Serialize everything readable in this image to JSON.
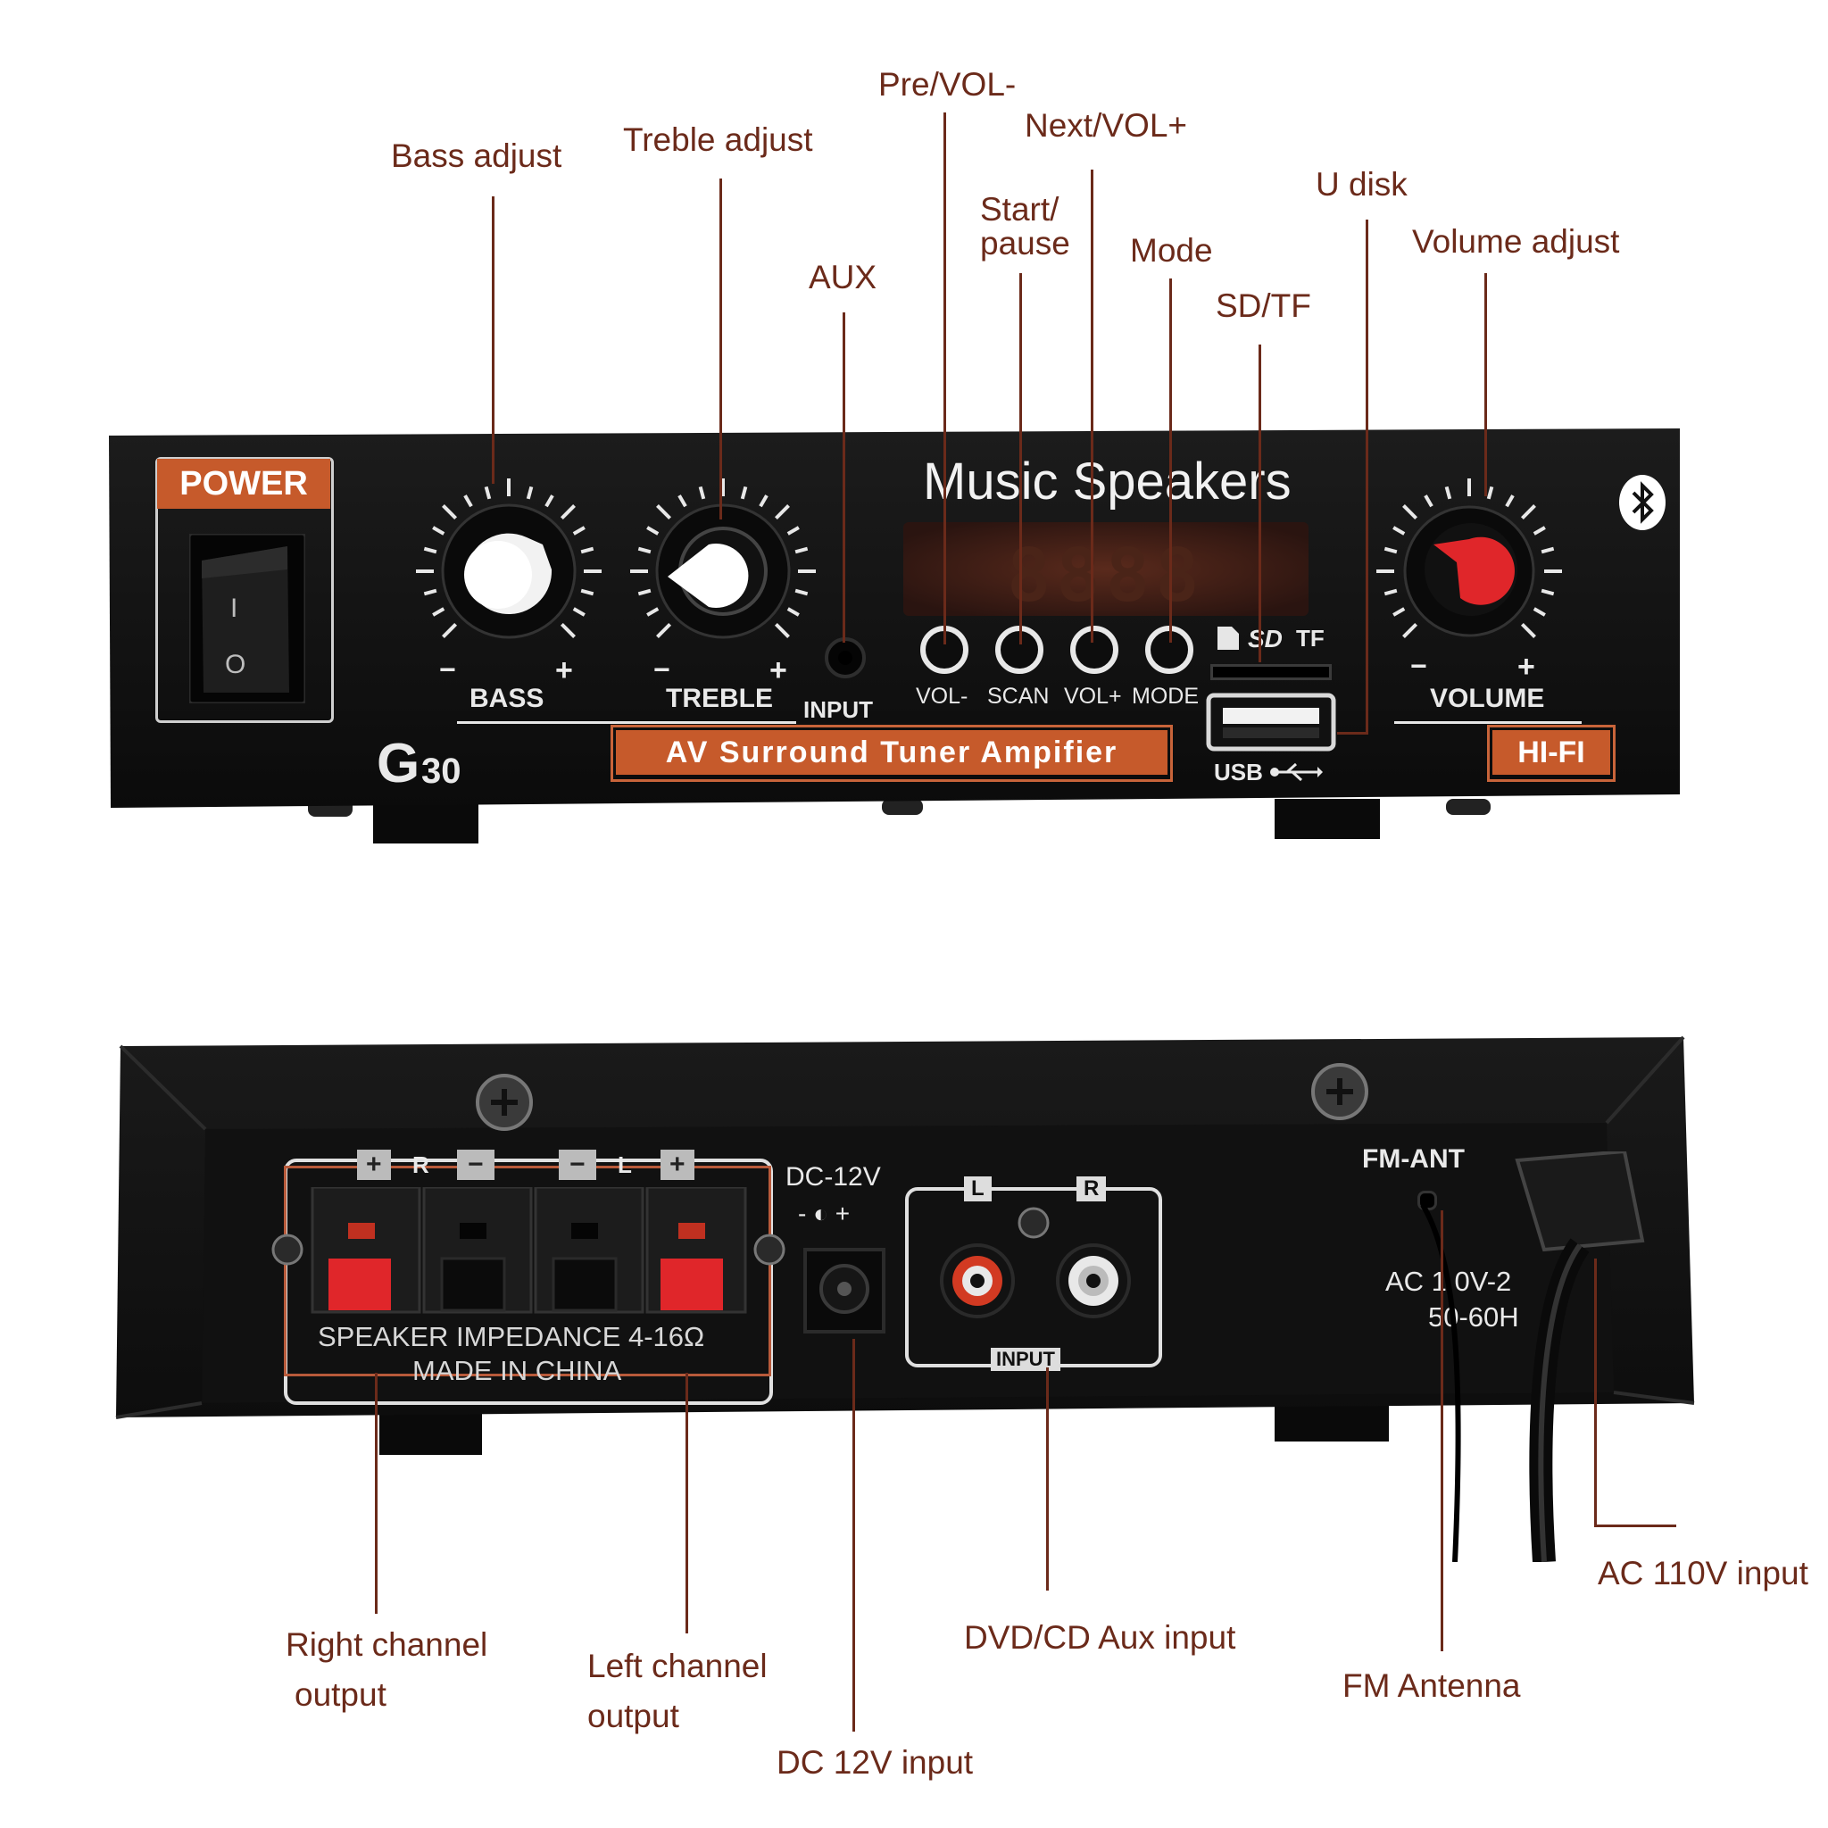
{
  "callouts_front": {
    "bass_adjust": "Bass adjust",
    "treble_adjust": "Treble adjust",
    "aux": "AUX",
    "pre_vol": "Pre/VOL-",
    "start_pause_1": "Start/",
    "start_pause_2": "pause",
    "next_vol": "Next/VOL+",
    "mode": "Mode",
    "sd_tf": "SD/TF",
    "u_disk": "U disk",
    "volume_adjust": "Volume adjust"
  },
  "front_panel": {
    "power": "POWER",
    "model_letter": "G",
    "model_number": "30",
    "bass": "BASS",
    "treble": "TREBLE",
    "input": "INPUT",
    "music_speakers": "Music Speakers",
    "display_digits": "8888",
    "btn_vol_minus": "VOL-",
    "btn_scan": "SCAN",
    "btn_vol_plus": "VOL+",
    "btn_mode": "MODE",
    "sd_logo": "SD",
    "tf": "TF",
    "usb": "USB",
    "volume": "VOLUME",
    "hifi": "HI-FI",
    "av_banner": "AV Surround Tuner Ampifier",
    "minus": "−",
    "plus": "+",
    "switch_on": "I",
    "switch_off": "O"
  },
  "back_panel": {
    "term_plus": "+",
    "term_minus": "−",
    "r": "R",
    "l": "L",
    "impedance": "SPEAKER IMPEDANCE 4-16Ω",
    "made_in": "MADE IN CHINA",
    "dc12v": "DC-12V",
    "dc_polarity": "- ◐ +",
    "input_l": "L",
    "input_r": "R",
    "input_label": "INPUT",
    "fm_ant": "FM-ANT",
    "ac_1": "AC 1 0V-2",
    "ac_2": "50-60H"
  },
  "callouts_back": {
    "right_channel_1": "Right channel",
    "right_channel_2": "output",
    "left_channel_1": "Left channel",
    "left_channel_2": "output",
    "dc_input": "DC 12V input",
    "dvd_cd": "DVD/CD Aux input",
    "fm_antenna": "FM Antenna",
    "ac_input": "AC 110V input"
  },
  "colors": {
    "leader": "#6b2a1a",
    "accent_orange": "#c65a2b",
    "knob_red": "#e0262a",
    "chassis": "#141414"
  },
  "icons": [
    "bluetooth-icon",
    "usb-icon",
    "sd-card-icon",
    "screw-icon",
    "power-rocker-switch-icon"
  ]
}
